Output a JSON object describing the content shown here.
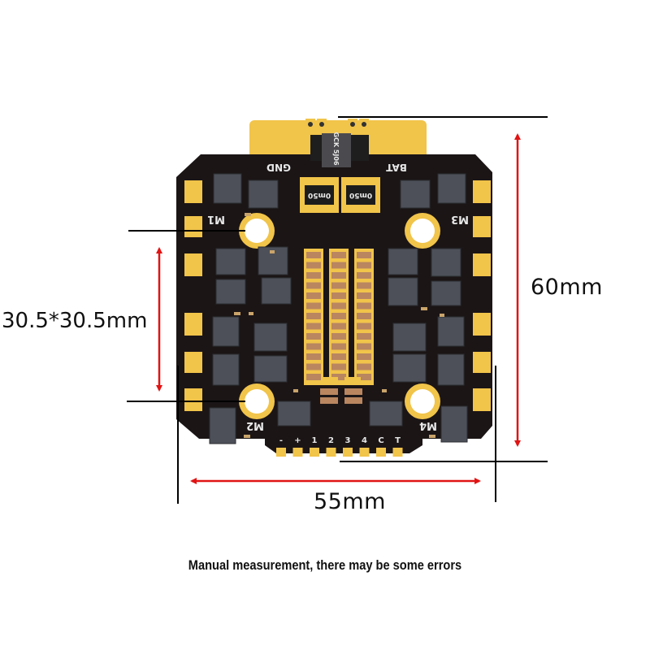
{
  "board": {
    "labels": {
      "gnd": "GND",
      "bat": "BAT",
      "m1": "M1",
      "m2": "M2",
      "m3": "M3",
      "m4": "M4",
      "res_left": "0m50",
      "res_right": "0m50",
      "chip": "GCK 5J06"
    },
    "pins": [
      "-",
      "+",
      "1",
      "2",
      "3",
      "4",
      "C",
      "T"
    ]
  },
  "dimensions": {
    "height": "60mm",
    "mount": "30.5*30.5mm",
    "width": "55mm"
  },
  "note": "Manual measurement, there may be some errors",
  "colors": {
    "pcb": "#1b1516",
    "gold": "#f1c44a",
    "arrow": "#e01414",
    "mosfet": "#4d5058",
    "capacitor": "#b98660"
  }
}
